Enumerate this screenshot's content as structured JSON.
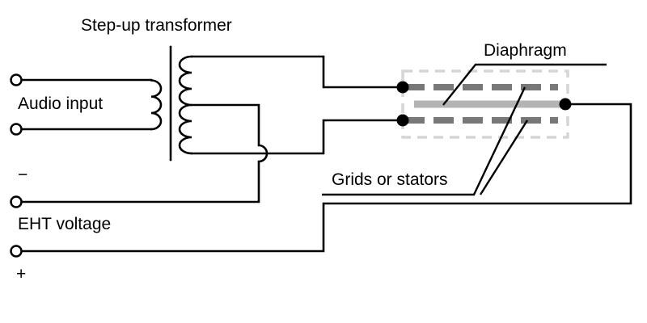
{
  "diagram": {
    "transformer_label": "Step-up transformer",
    "audio_input_label": "Audio input",
    "eht": {
      "label": "EHT voltage",
      "negative_sign": "−",
      "positive_sign": "+"
    },
    "element": {
      "diaphragm_label": "Diaphragm",
      "grids_label": "Grids or stators"
    },
    "colors": {
      "wire": "#000000",
      "grid_stator": "#787878",
      "diaphragm": "#b4b4b4",
      "enclosure": "#d6d6d6",
      "background": "#ffffff"
    }
  }
}
